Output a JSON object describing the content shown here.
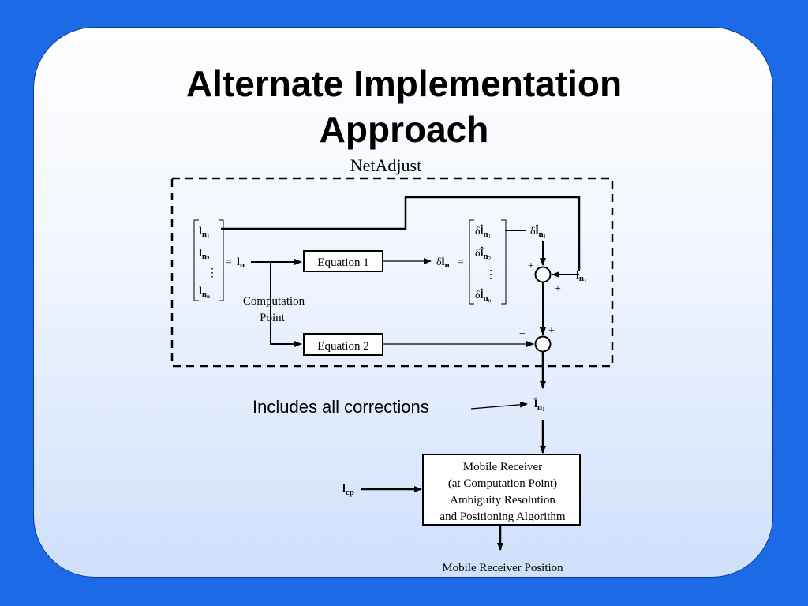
{
  "slide": {
    "title_line1": "Alternate Implementation",
    "title_line2": "Approach"
  },
  "diagram": {
    "netadjust_label": "NetAdjust",
    "equation1": "Equation 1",
    "equation2": "Equation 2",
    "computation_point_line1": "Computation",
    "computation_point_line2": "Point",
    "includes_label": "Includes all corrections",
    "mobile_receiver_lines": [
      "Mobile Receiver",
      "(at Computation Point)",
      "Ambiguity Resolution",
      "and Positioning Algorithm"
    ],
    "mobile_receiver_position": "Mobile Receiver Position",
    "plus_sign": "+",
    "minus_sign": "−",
    "equals_sign": "=",
    "vdots": "⋮",
    "symbols": {
      "l_base": "l",
      "l_hat_base": "l̂",
      "delta": "δ",
      "sub_n": "n",
      "sub_n1": "1",
      "sub_n2": "2",
      "sub_nn": "n",
      "sub_cp": "cp"
    }
  }
}
